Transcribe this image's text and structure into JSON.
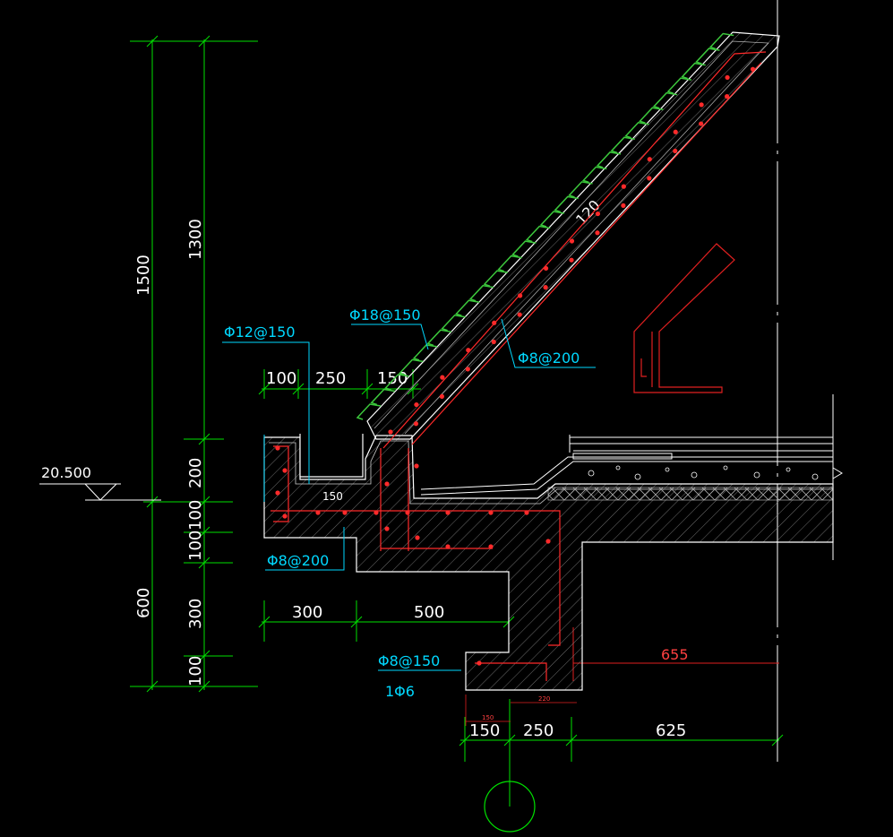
{
  "colors": {
    "background": "#000000",
    "dimension": "#00e000",
    "outline": "#ffffff",
    "rebar": "#ff2a2a",
    "leader": "#00d8ff",
    "tile": "#3cc83c",
    "redline": "#e02020"
  },
  "dimensions": {
    "v1500": "1500",
    "v1300": "1300",
    "v600": "600",
    "v200": "200",
    "v100a": "100",
    "v100b": "100",
    "v300": "300",
    "v100c": "100",
    "h100": "100",
    "h250": "250",
    "h150": "150",
    "h300": "300",
    "h500": "500",
    "h655": "655",
    "h150b": "150",
    "h250b": "250",
    "h625": "625",
    "small220": "220",
    "small150": "150",
    "slab120": "120",
    "gutter": "150"
  },
  "elevation": "20.500",
  "annotations": {
    "rebar1": "Φ18@150",
    "rebar2": "Φ8@200",
    "rebar3": "Φ12@150",
    "rebar4": "Φ8@200",
    "rebar5": "Φ8@150",
    "rebar6": "1Φ6"
  }
}
